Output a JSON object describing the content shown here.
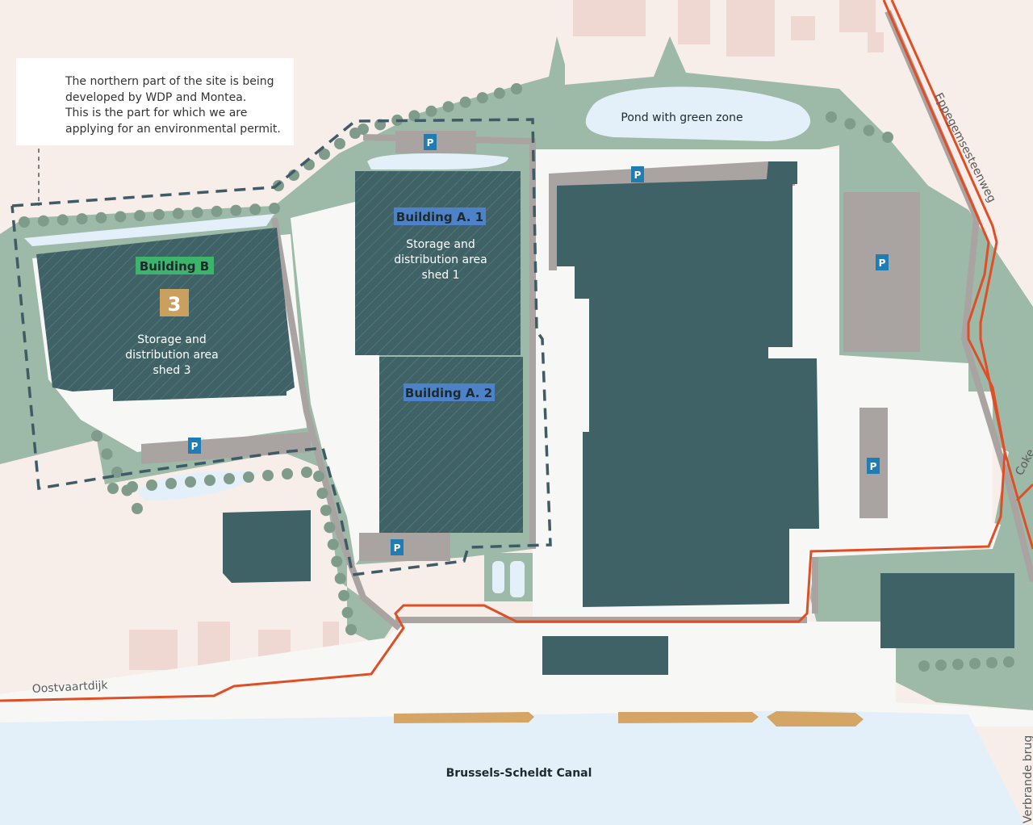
{
  "map": {
    "annotation": {
      "lines": [
        "The northern part of the site is being",
        "developed by WDP and Montea.",
        "This is the part for which we are",
        "applying for an environmental permit."
      ]
    },
    "buildings": {
      "b": {
        "label": "Building B",
        "number": "3",
        "description": [
          "Storage and",
          "distribution area",
          "shed 3"
        ]
      },
      "a1": {
        "label": "Building A. 1",
        "description": [
          "Storage and",
          "distribution area",
          "shed 1"
        ]
      },
      "a2": {
        "label": "Building A. 2"
      }
    },
    "pond_label": "Pond with green zone",
    "canal_label": "Brussels-Scheldt Canal",
    "roads": {
      "east": "Eppegemsesteenweg",
      "south_west": "Oostvaartdijk",
      "east_small": "Coke",
      "bridge": "Verbrande brug"
    },
    "parking_label": "P",
    "colors": {
      "background": "#f7ede9",
      "residential": "#f0d8d2",
      "green": "#9db9a7",
      "site": "#f7f7f5",
      "building": "#3f6266",
      "road": "#a9a4a2",
      "cycle_route": "#e04e26",
      "water": "#e3f0f9",
      "barge": "#d5a565",
      "parking": "#1f7db4",
      "label_blue": "#4d82c9",
      "label_green": "#3db46b",
      "number_tile": "#c9a05e"
    }
  }
}
